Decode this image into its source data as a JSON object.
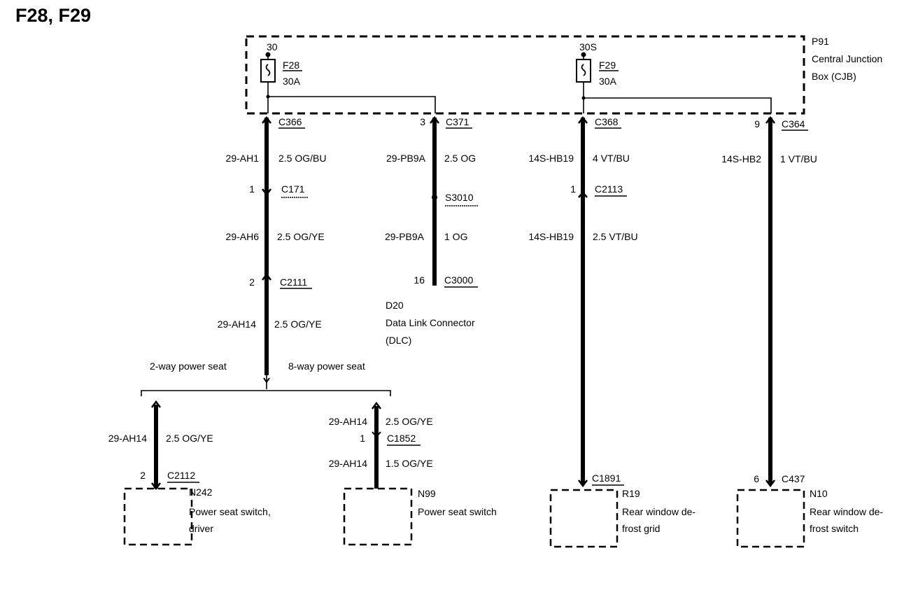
{
  "title": "F28, F29",
  "cjb": {
    "id": "P91",
    "name_line1": "Central Junction",
    "name_line2": "Box (CJB)"
  },
  "fuses": [
    {
      "supply": "30",
      "name": "F28",
      "rating": "30A"
    },
    {
      "supply": "30S",
      "name": "F29",
      "rating": "30A"
    }
  ],
  "circuits": {
    "c1_conn_top": "C366",
    "c1_wire1": "29-AH1",
    "c1_wire1_spec": "2.5 OG/BU",
    "c1_pin2": "1",
    "c1_conn2": "C171",
    "c1_wire2": "29-AH6",
    "c1_wire2_spec": "2.5 OG/YE",
    "c1_pin3": "2",
    "c1_conn3": "C2111",
    "c1_wire3": "29-AH14",
    "c1_wire3_spec": "2.5 OG/YE",
    "seat_2way": "2-way power seat",
    "seat_8way": "8-way power seat",
    "l_wire": "29-AH14",
    "l_wire_spec": "2.5 OG/YE",
    "l_pin": "2",
    "l_conn": "C2112",
    "m_wire1": "29-AH14",
    "m_wire1_spec": "2.5 OG/YE",
    "m_pin": "1",
    "m_conn": "C1852",
    "m_wire2": "29-AH14",
    "m_wire2_spec": "1.5 OG/YE",
    "c2_pin_top": "3",
    "c2_conn_top": "C371",
    "c2_wire1": "29-PB9A",
    "c2_wire1_spec": "2.5 OG",
    "c2_splice": "S3010",
    "c2_wire2": "29-PB9A",
    "c2_wire2_spec": "1 OG",
    "c2_pin_bot": "16",
    "c2_conn_bot": "C3000",
    "c3_conn_top": "C368",
    "c3_wire1": "14S-HB19",
    "c3_wire1_spec": "4 VT/BU",
    "c3_pin2": "1",
    "c3_conn2": "C2113",
    "c3_wire2": "14S-HB19",
    "c3_wire2_spec": "2.5 VT/BU",
    "c3_conn_bot": "C1891",
    "c4_pin_top": "9",
    "c4_conn_top": "C364",
    "c4_wire": "14S-HB2",
    "c4_wire_spec": "1 VT/BU",
    "c4_pin_bot": "6",
    "c4_conn_bot": "C437"
  },
  "dlc": {
    "id": "D20",
    "line1": "Data Link Connector",
    "line2": "(DLC)"
  },
  "components": [
    {
      "id": "N242",
      "line1": "Power seat switch,",
      "line2": "driver"
    },
    {
      "id": "N99",
      "line1": "Power seat switch"
    },
    {
      "id": "R19",
      "line1": "Rear window de-",
      "line2": "frost grid"
    },
    {
      "id": "N10",
      "line1": "Rear window de-",
      "line2": "frost switch"
    }
  ]
}
